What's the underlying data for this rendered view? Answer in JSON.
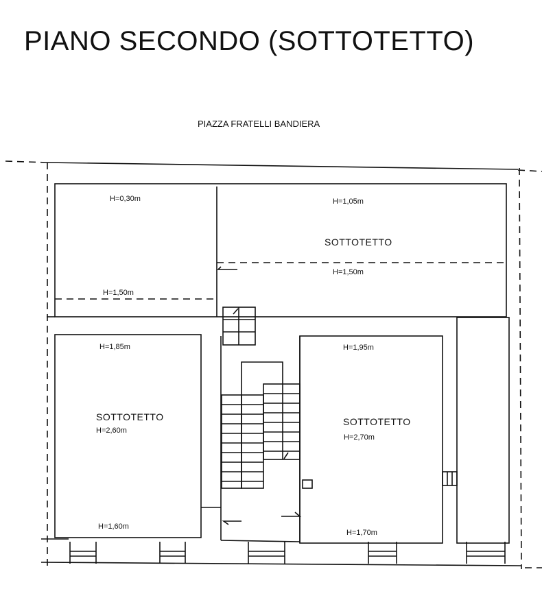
{
  "title": "PIANO SECONDO (SOTTOTETTO)",
  "street": "PIAZZA FRATELLI BANDIERA",
  "rooms": {
    "top_left": {
      "h_top": "H=0,30m",
      "h_bottom": "H=1,50m"
    },
    "top_right": {
      "name": "SOTTOTETTO",
      "h_top": "H=1,05m",
      "h_bottom": "H=1,50m"
    },
    "bottom_left": {
      "name": "SOTTOTETTO",
      "h_top": "H=1,85m",
      "h_mid": "H=2,60m",
      "h_bottom": "H=1,60m"
    },
    "bottom_right": {
      "name": "SOTTOTETTO",
      "h_top": "H=1,95m",
      "h_mid": "H=2,70m",
      "h_bottom": "H=1,70m"
    }
  }
}
